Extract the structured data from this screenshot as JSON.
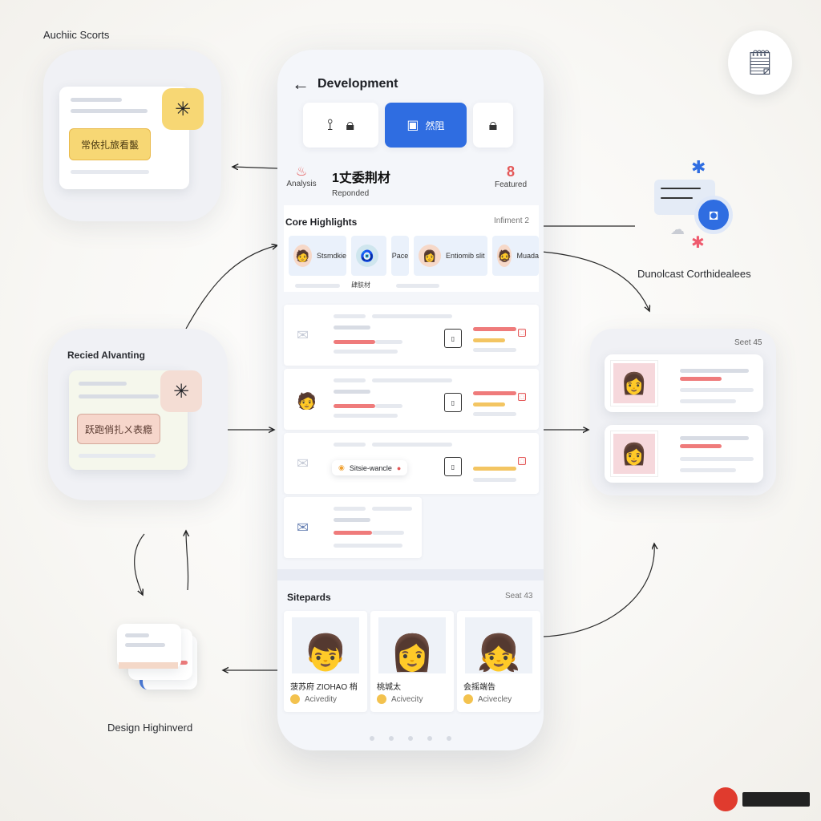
{
  "labels": {
    "top_left": "Auchiic Scorts",
    "mid_left": "Recied Alvanting",
    "bottom_left": "Design Highinverd",
    "right_top": "Dunolcast Corthidealees",
    "right_card_meta": "Seet 45"
  },
  "left_top_card": {
    "pill": "常依扎旅看鬣",
    "icon": "gear-icon"
  },
  "left_mid_card": {
    "pill": "跃跑俏扎ㄨ表瘾",
    "icon": "gear-icon"
  },
  "phone": {
    "title": "Development",
    "tiles": {
      "active_label": "然阻"
    },
    "stats": [
      {
        "label": "Analysis"
      },
      {
        "value": "1丈委荆材",
        "label": "Reponded"
      },
      {
        "value": "8",
        "label": "Featured"
      }
    ],
    "core": {
      "title": "Core Highlights",
      "meta": "Infiment 2",
      "chips": [
        "Stsmdkie",
        "Pace",
        "Entiomib slit",
        "Muada"
      ],
      "caption": "肆肤材"
    },
    "rows": [
      {
        "icon": "mail-icon"
      },
      {
        "icon": "person-icon"
      },
      {
        "icon": "mail-icon",
        "badge": "Sitsie-wancle"
      },
      {
        "icon": "mail-icon"
      }
    ],
    "sitepards": {
      "title": "Sitepards",
      "meta": "Seat 43",
      "people": [
        {
          "name": "菠苏府 ZIOHAO 梢",
          "activity": "Acivedity"
        },
        {
          "name": "桃城太",
          "activity": "Acivecity"
        },
        {
          "name": "会摇端告",
          "activity": "Acivecley"
        }
      ]
    }
  },
  "colors": {
    "accent": "#2f6de1",
    "yellow": "#f7d774",
    "red": "#ef7b7b"
  }
}
